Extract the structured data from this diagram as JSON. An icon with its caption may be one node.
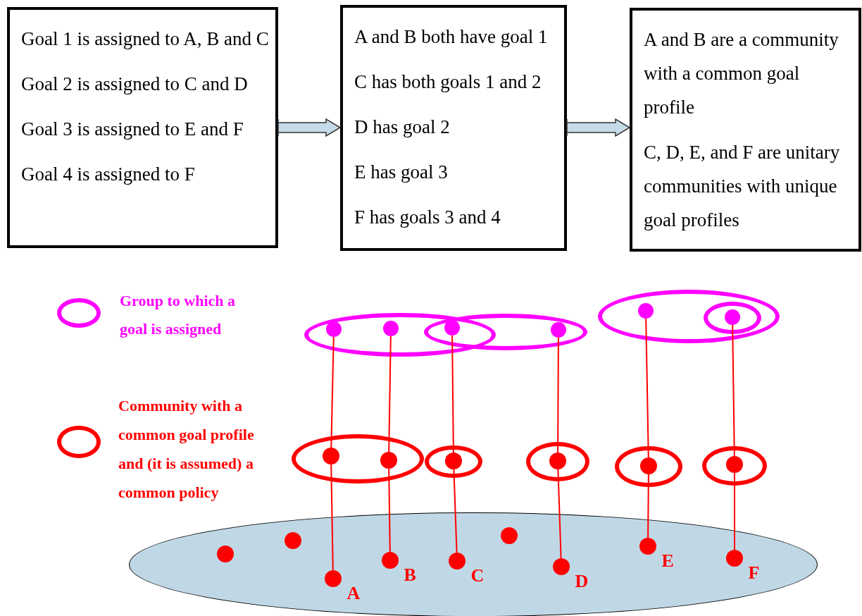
{
  "diagram": {
    "nodes": [
      {
        "text": [
          "Goal 1 is assigned to A, B and C",
          "Goal 2 is assigned to C and D",
          "Goal 3 is assigned to E and F",
          "Goal 4 is assigned to F"
        ]
      },
      {
        "text": [
          "A and B both have goal 1",
          "C has both goals 1 and 2",
          "D has goal 2",
          "E has goal 3",
          "F has goals 3 and 4"
        ]
      },
      {
        "text": [
          "A and B are a community with a common goal profile",
          "C, D, E, and F are unitary communities with unique goal profiles"
        ]
      },
      {
        "text": [],
        "shape": "ellipse"
      },
      {
        "text": [],
        "shape": "ellipse"
      },
      {
        "text": [],
        "shape": "ellipse"
      },
      {
        "text": [],
        "shape": "ellipse",
        "in": 5
      },
      {
        "text": [],
        "shape": "circle",
        "in": 3
      },
      {
        "text": [],
        "shape": "circle",
        "in": 3
      },
      {
        "text": [],
        "shape": "circle"
      },
      {
        "text": [],
        "shape": "circle",
        "in": 4
      },
      {
        "text": [],
        "shape": "circle",
        "in": 5
      },
      {
        "text": [],
        "shape": "circle",
        "in": 6
      },
      {
        "text": [],
        "shape": "ellipse"
      },
      {
        "text": [],
        "shape": "ellipse"
      },
      {
        "text": [],
        "shape": "ellipse"
      },
      {
        "text": [],
        "shape": "ellipse"
      },
      {
        "text": [],
        "shape": "ellipse"
      },
      {
        "text": [],
        "shape": "circle",
        "in": 13
      },
      {
        "text": [],
        "shape": "circle",
        "in": 13
      },
      {
        "text": [],
        "shape": "circle",
        "in": 14
      },
      {
        "text": [],
        "shape": "circle",
        "in": 15
      },
      {
        "text": [],
        "shape": "circle",
        "in": 16
      },
      {
        "text": [],
        "shape": "circle",
        "in": 17
      },
      {
        "text": [],
        "shape": "ellipse"
      },
      {
        "text": [],
        "shape": "circle",
        "in": 24
      },
      {
        "text": [],
        "shape": "circle",
        "in": 24
      },
      {
        "text": [],
        "shape": "circle",
        "in": 24,
        "beside": [
          "A"
        ]
      },
      {
        "text": [],
        "shape": "circle",
        "in": 24,
        "beside": [
          "B"
        ]
      },
      {
        "text": [],
        "shape": "circle",
        "in": 24,
        "beside": [
          "C"
        ]
      },
      {
        "text": [],
        "shape": "circle",
        "in": 24
      },
      {
        "text": [],
        "shape": "circle",
        "in": 24,
        "beside": [
          "D"
        ]
      },
      {
        "text": [],
        "shape": "circle",
        "in": 24,
        "beside": [
          "E"
        ]
      },
      {
        "text": [],
        "shape": "circle",
        "in": 24,
        "beside": [
          "F"
        ]
      }
    ],
    "edges": [
      {
        "from": 0,
        "to": 1,
        "arrow": "to",
        "style": "thick",
        "color": "#c5dbe8"
      },
      {
        "from": 1,
        "to": 2,
        "arrow": "to",
        "style": "thick",
        "color": "#c5dbe8"
      },
      {
        "from": 7,
        "to": 18,
        "arrow": "none"
      },
      {
        "from": 8,
        "to": 19,
        "arrow": "none"
      },
      {
        "from": 9,
        "to": 20,
        "arrow": "none"
      },
      {
        "from": 10,
        "to": 21,
        "arrow": "none"
      },
      {
        "from": 11,
        "to": 22,
        "arrow": "none"
      },
      {
        "from": 12,
        "to": 23,
        "arrow": "none"
      },
      {
        "from": 18,
        "to": 27,
        "arrow": "none"
      },
      {
        "from": 19,
        "to": 28,
        "arrow": "none"
      },
      {
        "from": 20,
        "to": 29,
        "arrow": "none"
      },
      {
        "from": 21,
        "to": 31,
        "arrow": "none"
      },
      {
        "from": 22,
        "to": 32,
        "arrow": "none"
      },
      {
        "from": 23,
        "to": 33,
        "arrow": "none"
      }
    ],
    "legend": [
      {
        "text": "Group to which a goal is assigned"
      },
      {
        "text": "Community with a common goal profile and (it is assumed) a common policy"
      }
    ]
  }
}
